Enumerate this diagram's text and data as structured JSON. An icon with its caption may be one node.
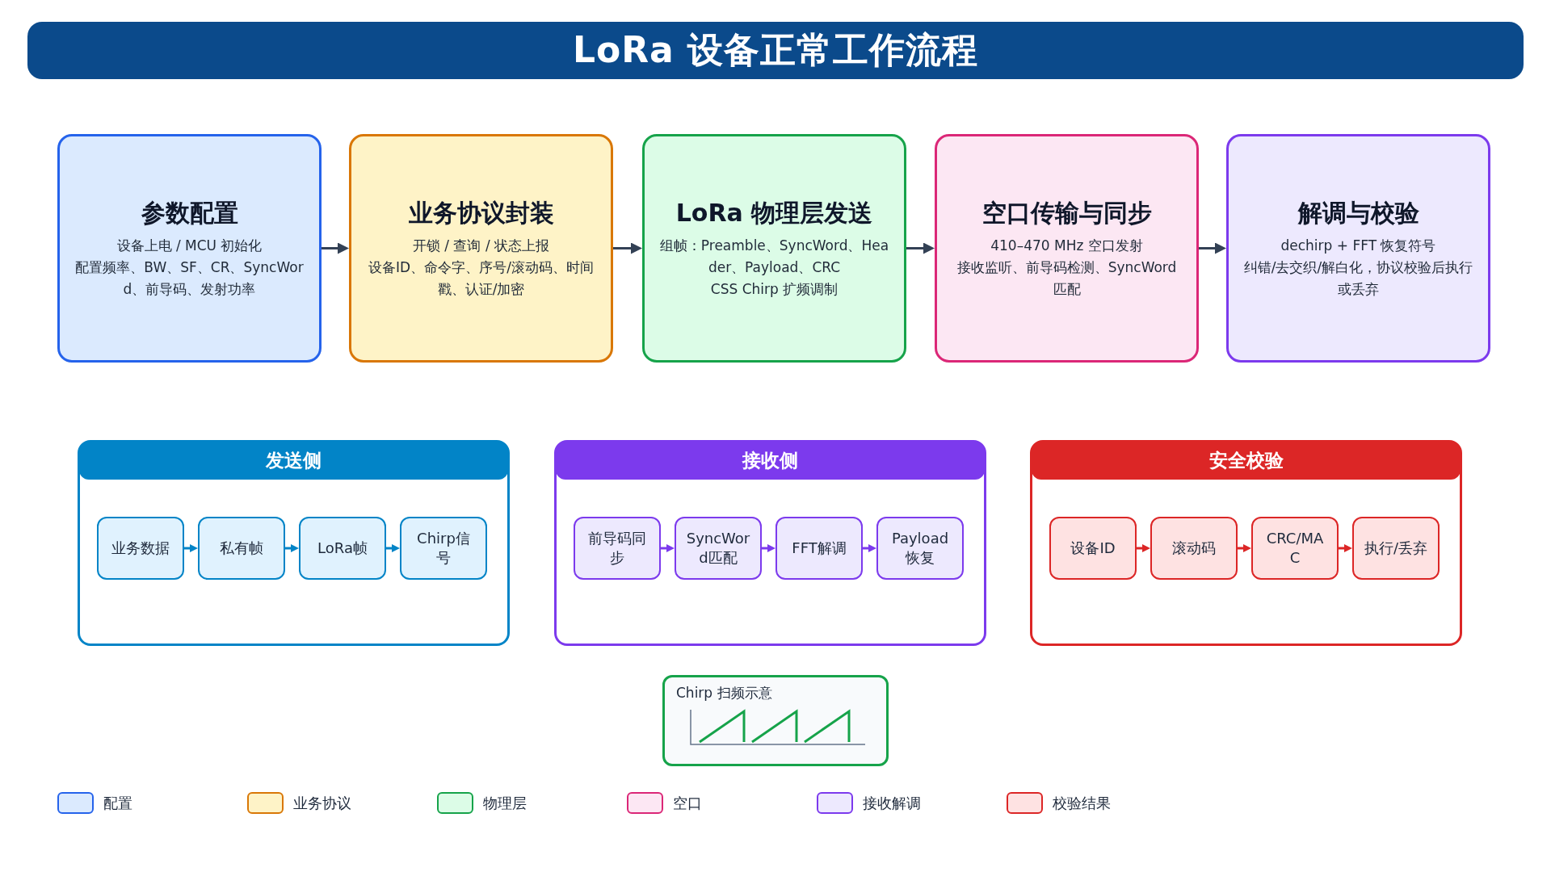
{
  "diagram": {
    "title": "LoRa 设备正常工作流程",
    "nodes": [
      {
        "text": [
          "参数配置",
          "设备上电 / MCU 初始化",
          "配置频率、BW、SF、CR、SyncWord、前导码、发射功率"
        ]
      },
      {
        "text": [
          "业务协议封装",
          "开锁 / 查询 / 状态上报",
          "设备ID、命令字、序号/滚动码、时间戳、认证/加密"
        ]
      },
      {
        "text": [
          "LoRa 物理层发送",
          "组帧：Preamble、SyncWord、Header、Payload、CRC",
          "CSS Chirp 扩频调制"
        ]
      },
      {
        "text": [
          "空口传输与同步",
          "410–470 MHz 空口发射",
          "接收监听、前导码检测、SyncWord 匹配"
        ]
      },
      {
        "text": [
          "解调与校验",
          "dechirp + FFT 恢复符号",
          "纠错/去交织/解白化，协议校验后执行或丢弃"
        ]
      },
      {
        "text": [
          "发送侧"
        ]
      },
      {
        "text": [
          "业务数据"
        ],
        "in": 5
      },
      {
        "text": [
          "私有帧"
        ],
        "in": 5
      },
      {
        "text": [
          "LoRa帧"
        ],
        "in": 5
      },
      {
        "text": [
          "Chirp信号"
        ],
        "in": 5
      },
      {
        "text": [
          "接收侧"
        ]
      },
      {
        "text": [
          "前导码同步"
        ],
        "in": 10
      },
      {
        "text": [
          "SyncWord匹配"
        ],
        "in": 10
      },
      {
        "text": [
          "FFT解调"
        ],
        "in": 10
      },
      {
        "text": [
          "Payload恢复"
        ],
        "in": 10
      },
      {
        "text": [
          "安全校验"
        ]
      },
      {
        "text": [
          "设备ID"
        ],
        "in": 15
      },
      {
        "text": [
          "滚动码"
        ],
        "in": 15
      },
      {
        "text": [
          "CRC/MAC"
        ],
        "in": 15
      },
      {
        "text": [
          "执行/丢弃"
        ],
        "in": 15
      },
      {
        "text": [
          "Chirp 扫频示意"
        ]
      }
    ],
    "edges": [
      {
        "from": 0,
        "to": 1,
        "arrow": "to"
      },
      {
        "from": 1,
        "to": 2,
        "arrow": "to"
      },
      {
        "from": 2,
        "to": 3,
        "arrow": "to"
      },
      {
        "from": 3,
        "to": 4,
        "arrow": "to"
      },
      {
        "from": 6,
        "to": 7,
        "arrow": "to",
        "color": "#0284c7"
      },
      {
        "from": 7,
        "to": 8,
        "arrow": "to",
        "color": "#0284c7"
      },
      {
        "from": 8,
        "to": 9,
        "arrow": "to",
        "color": "#0284c7"
      },
      {
        "from": 11,
        "to": 12,
        "arrow": "to",
        "color": "#7c3aed"
      },
      {
        "from": 12,
        "to": 13,
        "arrow": "to",
        "color": "#7c3aed"
      },
      {
        "from": 13,
        "to": 14,
        "arrow": "to",
        "color": "#7c3aed"
      },
      {
        "from": 16,
        "to": 17,
        "arrow": "to",
        "color": "#dc2626"
      },
      {
        "from": 17,
        "to": 18,
        "arrow": "to",
        "color": "#dc2626"
      },
      {
        "from": 18,
        "to": 19,
        "arrow": "to",
        "color": "#dc2626"
      }
    ],
    "legend": [
      {
        "text": "配置",
        "color": "#dbeafe"
      },
      {
        "text": "业务协议",
        "color": "#fef3c7"
      },
      {
        "text": "物理层",
        "color": "#dcfce7"
      },
      {
        "text": "空口",
        "color": "#fce7f3"
      },
      {
        "text": "接收解调",
        "color": "#ede9fe"
      },
      {
        "text": "校验结果",
        "color": "#fee2e2"
      }
    ]
  }
}
